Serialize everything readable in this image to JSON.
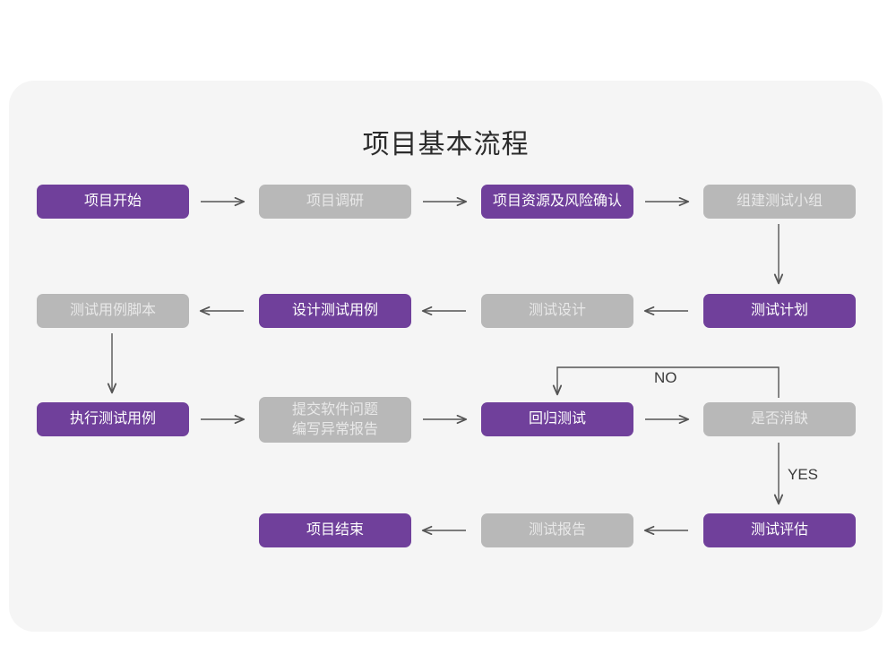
{
  "title": "项目基本流程",
  "colors": {
    "page_background": "#ffffff",
    "card_background": "#f5f5f5",
    "accent_purple": "#70409b",
    "muted_gray": "#b8b8b8",
    "connector": "#555555",
    "title_text": "#2b2b2b"
  },
  "nodes": [
    {
      "id": "n1",
      "label": "项目开始",
      "style": "purple",
      "row": 1,
      "col": 1
    },
    {
      "id": "n2",
      "label": "项目调研",
      "style": "gray",
      "row": 1,
      "col": 2
    },
    {
      "id": "n3",
      "label": "项目资源及风险确认",
      "style": "purple",
      "row": 1,
      "col": 3
    },
    {
      "id": "n4",
      "label": "组建测试小组",
      "style": "gray",
      "row": 1,
      "col": 4
    },
    {
      "id": "n5",
      "label": "测试用例脚本",
      "style": "gray",
      "row": 2,
      "col": 1
    },
    {
      "id": "n6",
      "label": "设计测试用例",
      "style": "purple",
      "row": 2,
      "col": 2
    },
    {
      "id": "n7",
      "label": "测试设计",
      "style": "gray",
      "row": 2,
      "col": 3
    },
    {
      "id": "n8",
      "label": "测试计划",
      "style": "purple",
      "row": 2,
      "col": 4
    },
    {
      "id": "n9",
      "label": "执行测试用例",
      "style": "purple",
      "row": 3,
      "col": 1
    },
    {
      "id": "n10",
      "label": "提交软件问题\n编写异常报告",
      "style": "gray",
      "row": 3,
      "col": 2
    },
    {
      "id": "n11",
      "label": "回归测试",
      "style": "purple",
      "row": 3,
      "col": 3
    },
    {
      "id": "n12",
      "label": "是否消缺",
      "style": "gray",
      "row": 3,
      "col": 4
    },
    {
      "id": "n13",
      "label": "项目结束",
      "style": "purple",
      "row": 4,
      "col": 2
    },
    {
      "id": "n14",
      "label": "测试报告",
      "style": "gray",
      "row": 4,
      "col": 3
    },
    {
      "id": "n15",
      "label": "测试评估",
      "style": "purple",
      "row": 4,
      "col": 4
    }
  ],
  "edge_labels": {
    "no": "NO",
    "yes": "YES"
  },
  "edges": [
    {
      "from": "n1",
      "to": "n2",
      "direction": "right"
    },
    {
      "from": "n2",
      "to": "n3",
      "direction": "right"
    },
    {
      "from": "n3",
      "to": "n4",
      "direction": "right"
    },
    {
      "from": "n4",
      "to": "n8",
      "direction": "down"
    },
    {
      "from": "n8",
      "to": "n7",
      "direction": "left"
    },
    {
      "from": "n7",
      "to": "n6",
      "direction": "left"
    },
    {
      "from": "n6",
      "to": "n5",
      "direction": "left"
    },
    {
      "from": "n5",
      "to": "n9",
      "direction": "down"
    },
    {
      "from": "n9",
      "to": "n10",
      "direction": "right"
    },
    {
      "from": "n10",
      "to": "n11",
      "direction": "right"
    },
    {
      "from": "n11",
      "to": "n12",
      "direction": "right"
    },
    {
      "from": "n12",
      "to": "n11",
      "direction": "loop-up-left",
      "label": "NO"
    },
    {
      "from": "n12",
      "to": "n15",
      "direction": "down",
      "label": "YES"
    },
    {
      "from": "n15",
      "to": "n14",
      "direction": "left"
    },
    {
      "from": "n14",
      "to": "n13",
      "direction": "left"
    }
  ]
}
